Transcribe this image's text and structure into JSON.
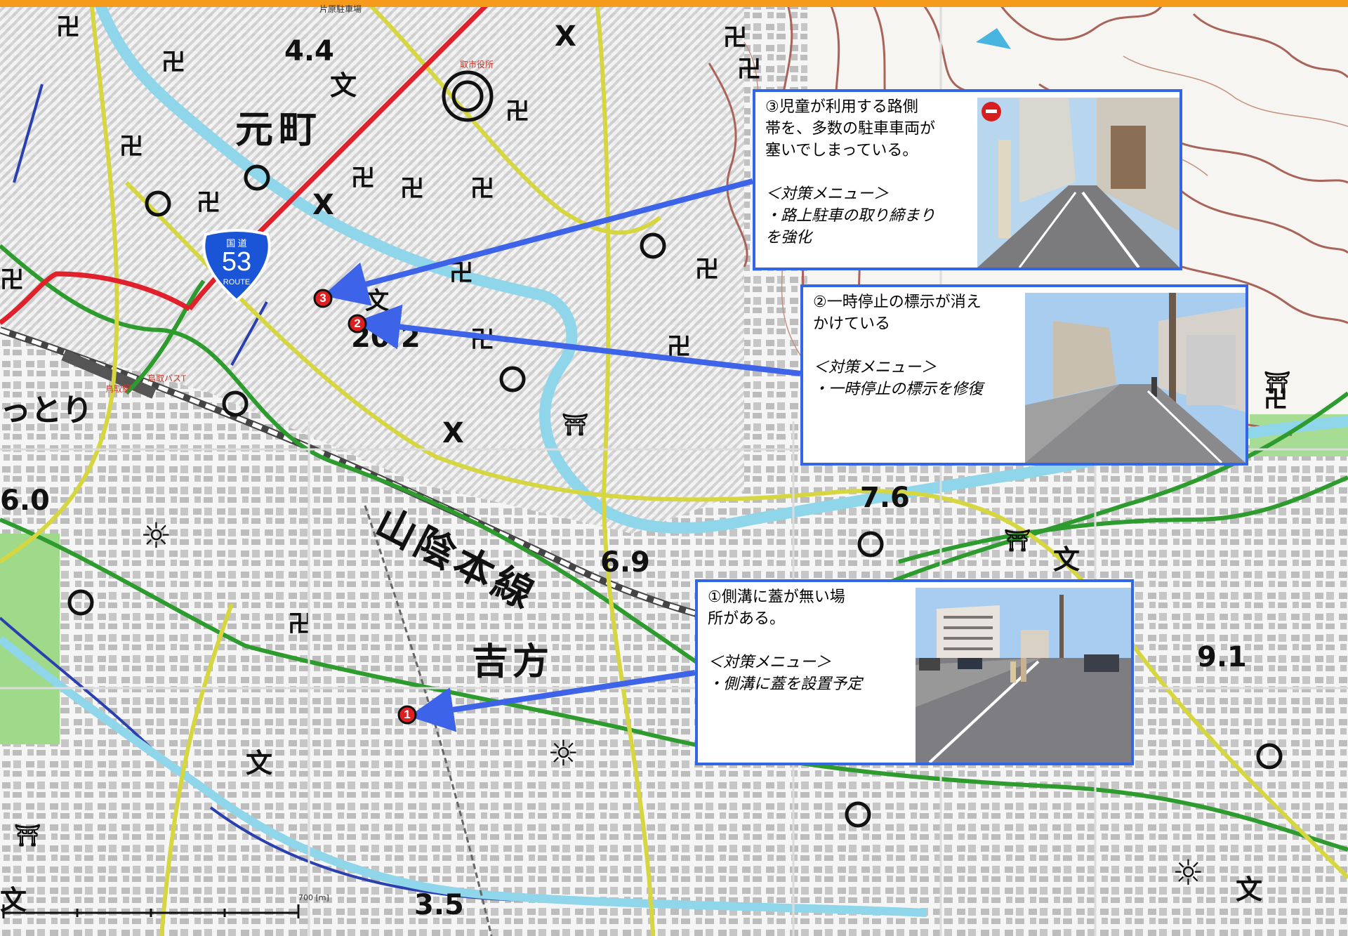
{
  "route_shield": {
    "line1": "国 道",
    "number": "53",
    "line2": "ROUTE"
  },
  "map_labels": {
    "motomachi": "元町",
    "sanin_line": "山陰本線",
    "yoshikata": "吉方",
    "tottori_partial": "っとり",
    "city_hall": "取市役所",
    "station": "鳥取駅",
    "bus_terminal": "鳥取バスT",
    "parking": "片原駐車場",
    "unit": "700 [m]"
  },
  "elevations": [
    "4.4",
    "20.2",
    "7.6",
    "6.9",
    "6.0",
    "9.1",
    "3.5"
  ],
  "markers": [
    {
      "num": "1"
    },
    {
      "num": "2"
    },
    {
      "num": "3"
    }
  ],
  "callouts": [
    {
      "id": "3",
      "issue": "③児童が利用する路側\n帯を、多数の駐車車両が\n塞いでしまっている。",
      "menu_title": "＜対策メニュー＞",
      "menu_item": "・路上駐車の取り締まり\nを強化"
    },
    {
      "id": "2",
      "issue": "②一時停止の標示が消え\nかけている",
      "menu_title": "＜対策メニュー＞",
      "menu_item": "・一時停止の標示を修復"
    },
    {
      "id": "1",
      "issue": "①側溝に蓋が無い場\n所がある。",
      "menu_title": "＜対策メニュー＞",
      "menu_item": "・側溝に蓋を設置予定"
    }
  ],
  "colors": {
    "callout_border": "#3366e6",
    "arrow": "#3d63e8",
    "marker": "#e02020",
    "road_major": "#e0202a",
    "road_green": "#2e9b2e",
    "road_yellow": "#d6d640",
    "contour": "#a8645a",
    "river": "#8fd6ea",
    "top_bar": "#f59a1a"
  }
}
